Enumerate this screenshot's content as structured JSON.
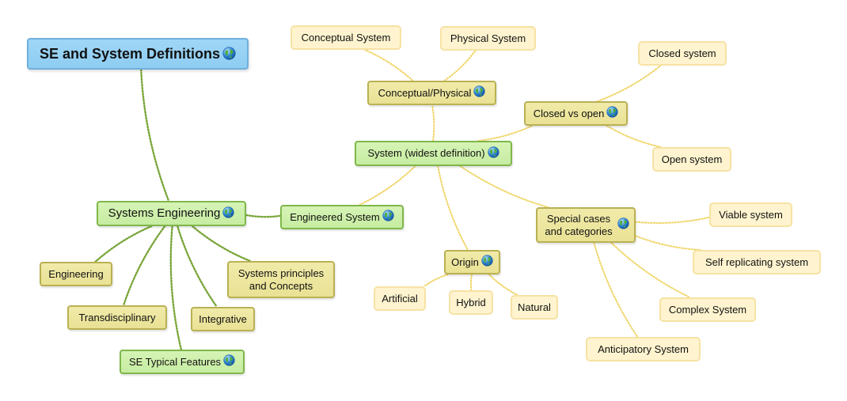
{
  "nodes": {
    "root": {
      "label": "SE and System Definitions"
    },
    "systems_engineering": {
      "label": "Systems Engineering"
    },
    "engineered_system": {
      "label": "Engineered System"
    },
    "system_widest": {
      "label": "System (widest definition)"
    },
    "conceptual_physical": {
      "label": "Conceptual/Physical"
    },
    "conceptual_system": {
      "label": "Conceptual System"
    },
    "physical_system": {
      "label": "Physical System"
    },
    "closed_vs_open": {
      "label": "Closed vs open"
    },
    "closed_system": {
      "label": "Closed system"
    },
    "open_system": {
      "label": "Open system"
    },
    "special_cases": {
      "label": "Special cases and categories"
    },
    "viable_system": {
      "label": "Viable system"
    },
    "self_replicating": {
      "label": "Self replicating system"
    },
    "complex_system": {
      "label": "Complex System"
    },
    "anticipatory_system": {
      "label": "Anticipatory System"
    },
    "origin": {
      "label": "Origin"
    },
    "artificial": {
      "label": "Artificial"
    },
    "hybrid": {
      "label": "Hybrid"
    },
    "natural": {
      "label": "Natural"
    },
    "engineering": {
      "label": "Engineering"
    },
    "transdisciplinary": {
      "label": "Transdisciplinary"
    },
    "integrative": {
      "label": "Integrative"
    },
    "systems_principles": {
      "label": "Systems principles and Concepts"
    },
    "se_typical_features": {
      "label": "SE Typical Features"
    }
  },
  "colors": {
    "root_fill": "#9fd6f7",
    "primary_fill": "#c6eca1",
    "secondary_fill": "#e9e194",
    "leaf_fill": "#fff4cf",
    "green_link": "#7aa63a",
    "yellow_link": "#f0d568"
  },
  "icons": {
    "link_marker": "globe-icon"
  }
}
